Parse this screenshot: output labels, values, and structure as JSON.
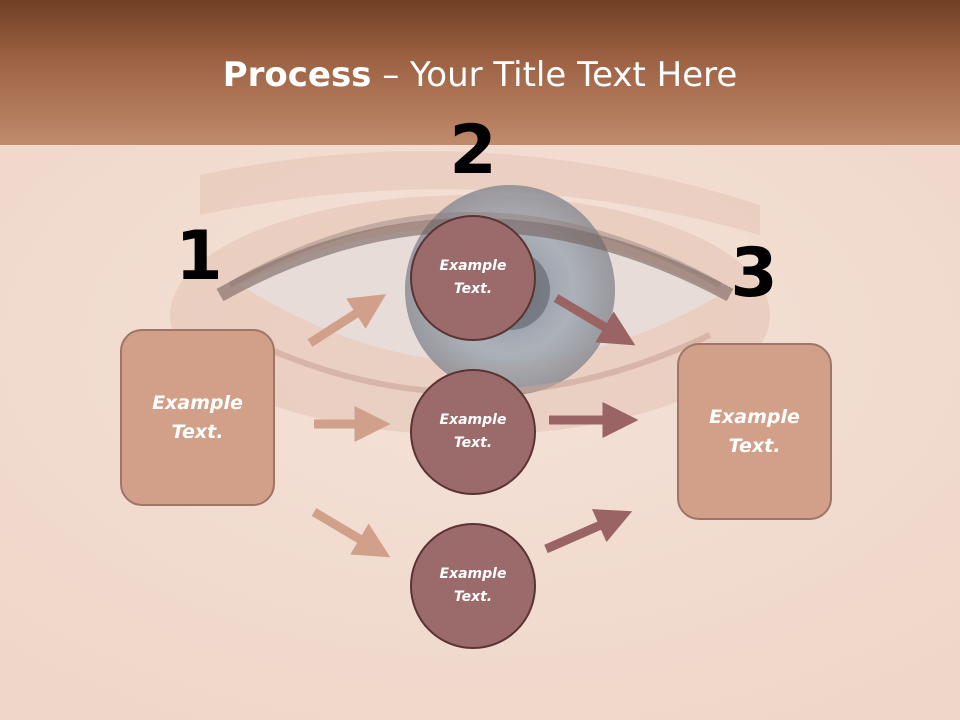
{
  "title": {
    "bold": "Process",
    "rest": " – Your Title Text Here"
  },
  "steps": {
    "n1": "1",
    "n2": "2",
    "n3": "3"
  },
  "left_box": {
    "line1": "Example",
    "line2": "Text."
  },
  "right_box": {
    "line1": "Example",
    "line2": "Text."
  },
  "circles": [
    {
      "line1": "Example",
      "line2": "Text."
    },
    {
      "line1": "Example",
      "line2": "Text."
    },
    {
      "line1": "Example",
      "line2": "Text."
    }
  ],
  "colors": {
    "header_dark": "#6f3f24",
    "box_fill": "#d2a088",
    "circle_fill": "#9b6b6b",
    "arrow_light": "#d0a08a",
    "arrow_dark": "#9a6464"
  }
}
